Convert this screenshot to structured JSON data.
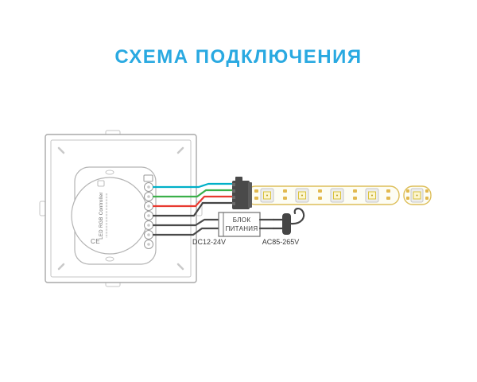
{
  "title": {
    "text": "СХЕМА ПОДКЛЮЧЕНИЯ",
    "color": "#29a9e1"
  },
  "controller": {
    "label": "LED RGB Controller",
    "ce_mark": "CE"
  },
  "power_supply": {
    "name_line1": "БЛОК",
    "name_line2": "ПИТАНИЯ"
  },
  "voltage_labels": {
    "dc": "DC12-24V",
    "ac": "AC85-265V"
  },
  "wire_colors": {
    "blue": "#00b0c8",
    "green": "#3bb04a",
    "red": "#e8392f",
    "black": "#454545",
    "dc_pair": "#4a4a4a"
  },
  "strip": {
    "gold": "#ddbe5a",
    "led_count": 5
  }
}
